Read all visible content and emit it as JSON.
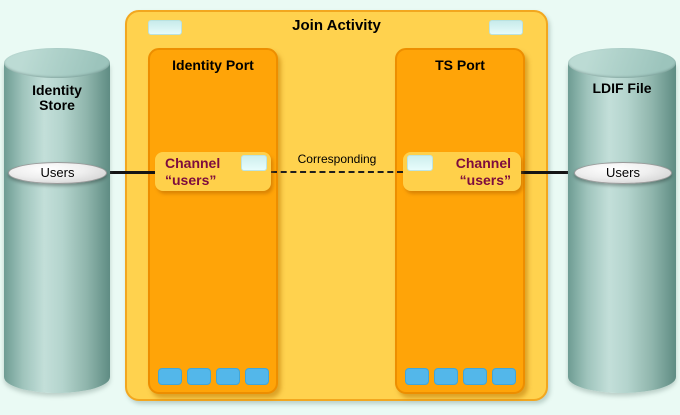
{
  "activity": {
    "title": "Join Activity",
    "link_label": "Corresponding",
    "ports": [
      {
        "name": "Identity Port",
        "channel_lines": [
          "Channel",
          "“users”"
        ]
      },
      {
        "name": "TS Port",
        "channel_lines": [
          "Channel",
          "“users”"
        ]
      }
    ]
  },
  "stores": [
    {
      "lines": [
        "Identity",
        "Store"
      ],
      "dataset": "Users"
    },
    {
      "lines": [
        "LDIF File"
      ],
      "dataset": "Users"
    }
  ],
  "colors": {
    "background": "#EAFAF4",
    "activity_fill": "#FFD24E",
    "activity_edge": "#F2A71F",
    "port_fill": "#FFA408",
    "port_edge": "#ED8E00",
    "channel_fill": "#FFD04A",
    "channel_text": "#7D0C3E",
    "badge_fill": "#D9F7F5",
    "chip_fill": "#53B7EA",
    "cylinder_mid": "#9FC4BC",
    "dataset_fill": "#E6E6E6",
    "line": "#141414"
  }
}
